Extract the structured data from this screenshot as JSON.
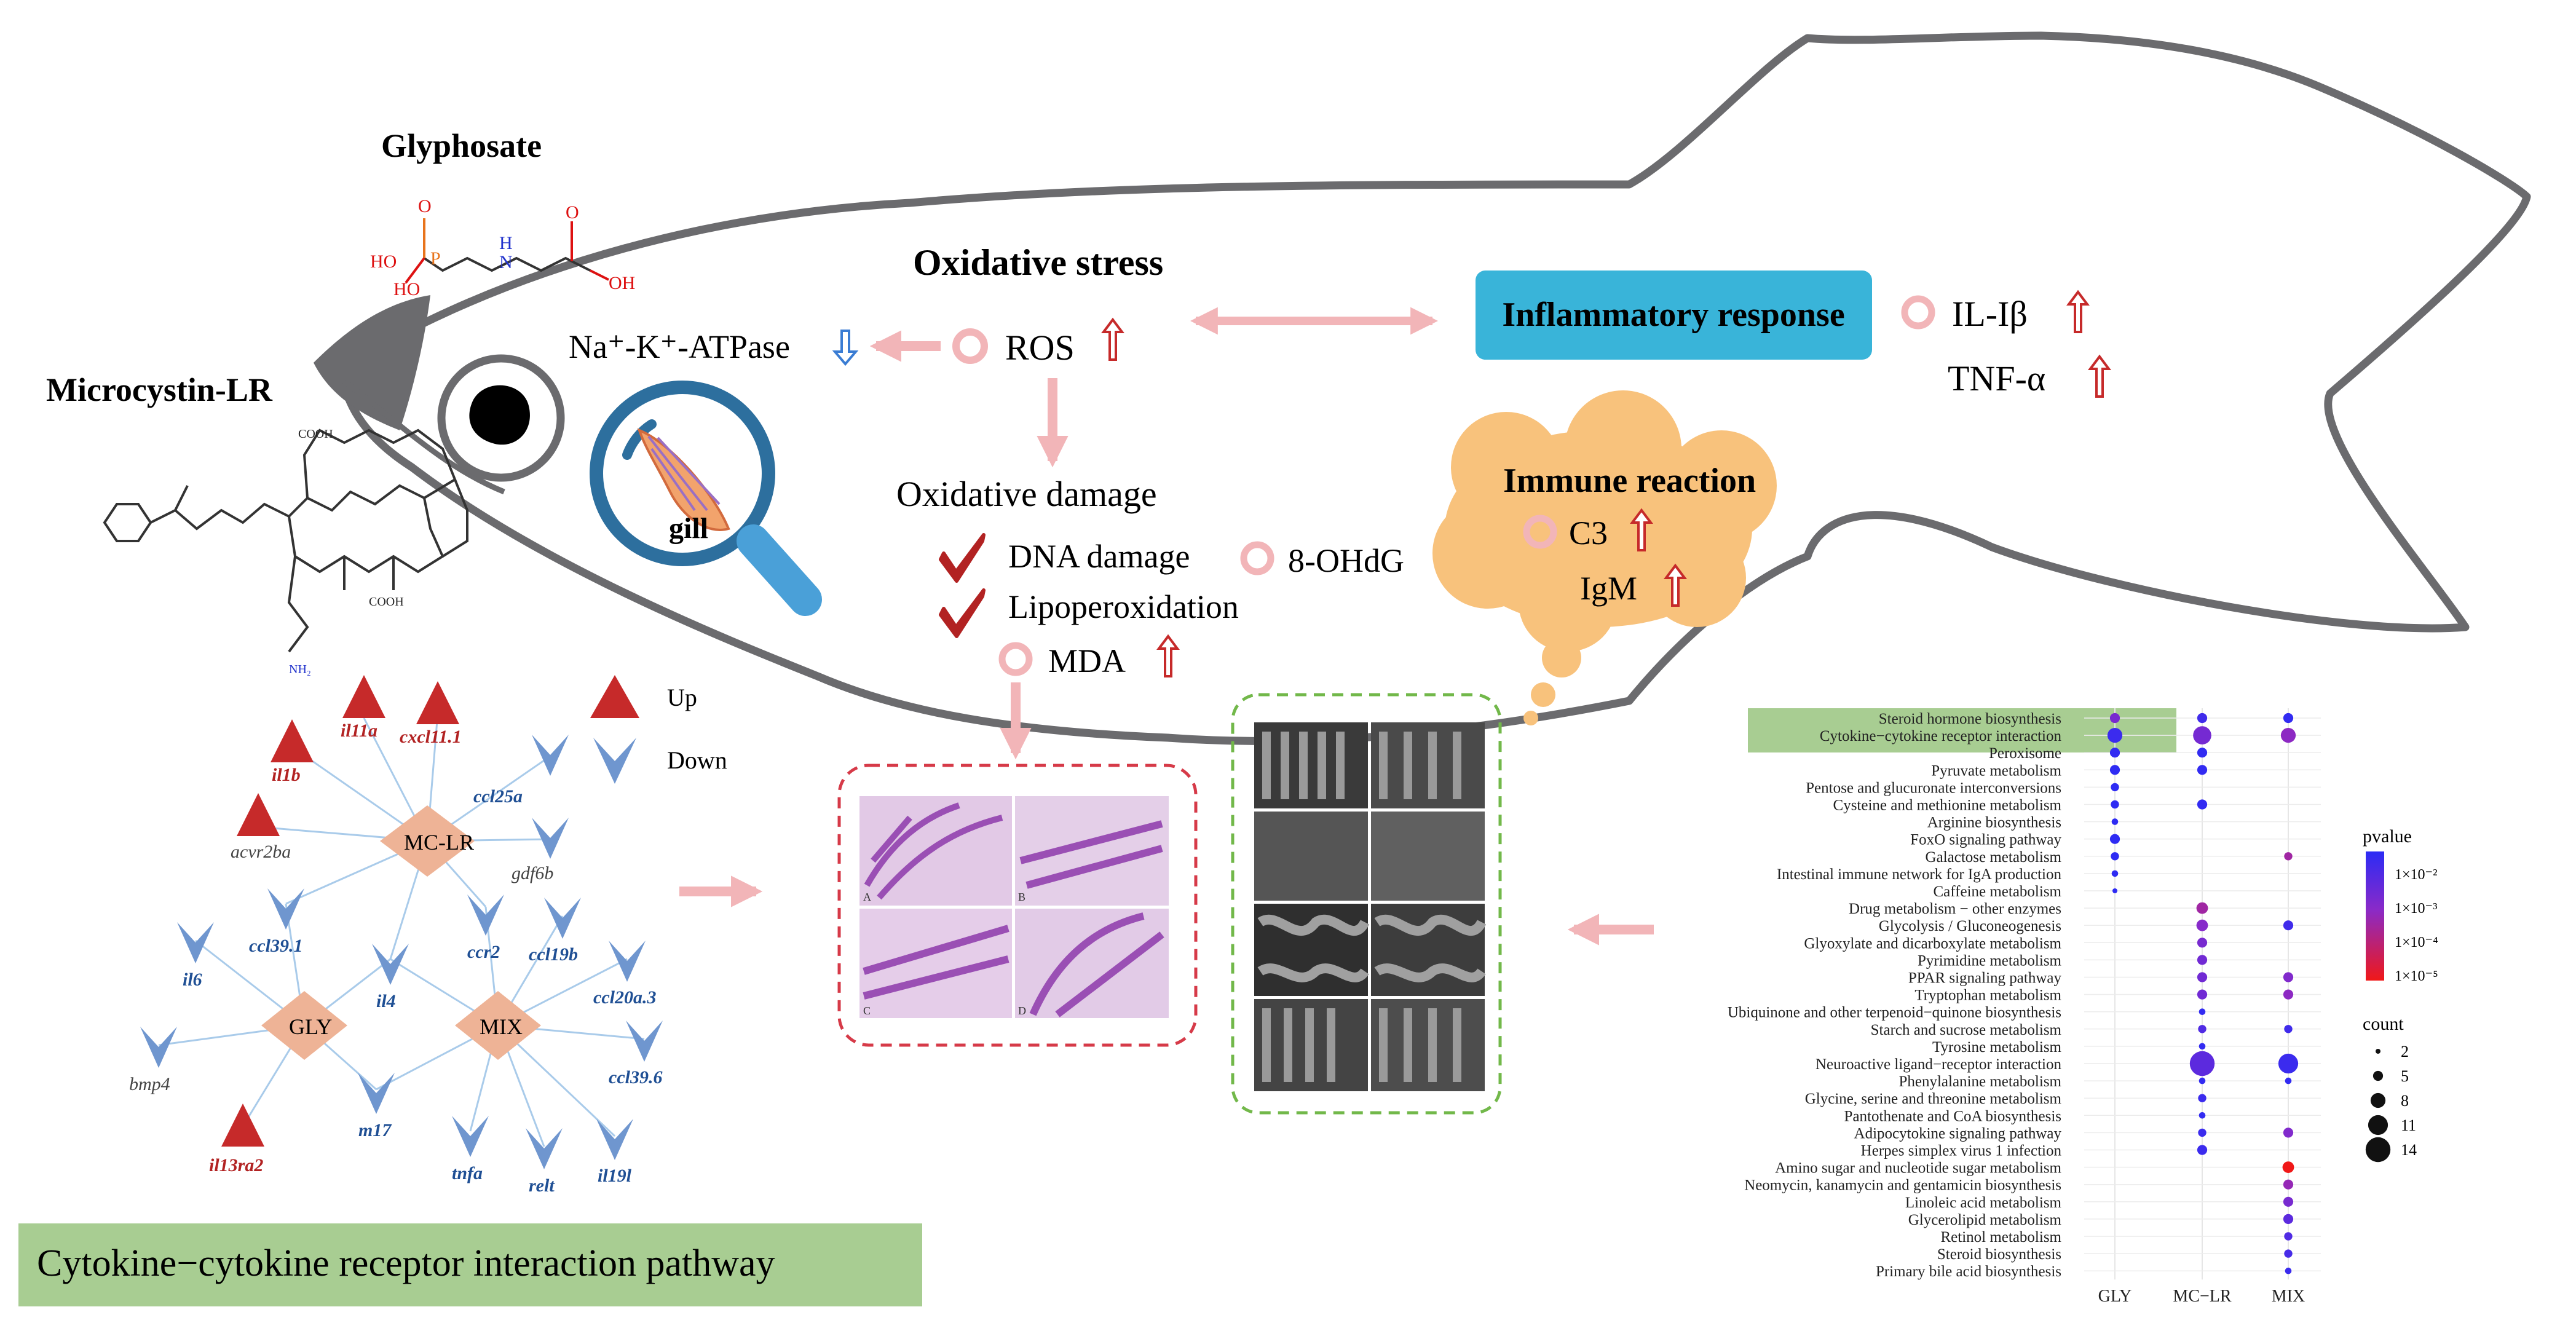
{
  "chemicals": {
    "glyphosate": "Glyphosate",
    "microcystin": "Microcystin-LR",
    "atom_labels": {
      "p": "P",
      "o": "O",
      "oh": "OH",
      "ho": "HO",
      "h": "H",
      "n": "N",
      "cooh": "COOH",
      "nh2": "NH₂"
    }
  },
  "gill_label": "gill",
  "oxidative": {
    "title": "Oxidative stress",
    "atpase": "Na⁺-K⁺-ATPase",
    "ros": "ROS",
    "damage_title": "Oxidative damage",
    "dna": "DNA damage",
    "ohdg": "8-OHdG",
    "lipo": "Lipoperoxidation",
    "mda": "MDA"
  },
  "inflammatory": {
    "title": "Inflammatory response",
    "il1b": "IL-Iβ",
    "tnfa": "TNF-α"
  },
  "immune": {
    "title": "Immune reaction",
    "c3": "C3",
    "igm": "IgM"
  },
  "network": {
    "legend_up": "Up",
    "legend_down": "Down",
    "hubs": [
      "MC-LR",
      "GLY",
      "MIX"
    ],
    "up_genes": [
      "il1b",
      "il11a",
      "cxcl11.1",
      "acvr2ba",
      "il13ra2"
    ],
    "down_genes": [
      "ccl25a",
      "gdf6b",
      "ccl39.1",
      "ccr2",
      "ccl19b",
      "il6",
      "il4",
      "ccl20a.3",
      "bmp4",
      "m17",
      "ccl39.6",
      "tnfa",
      "relt",
      "il19l"
    ],
    "pathway_title": "Cytokine−cytokine receptor interaction pathway"
  },
  "micro_labels": {
    "a": "A",
    "b": "B",
    "c": "C",
    "d": "D"
  },
  "colors": {
    "outline": "#6b6b6e",
    "arrow_pink": "#f2b5b8",
    "up_red": "#c62a2a",
    "down_blue": "#6f96cf",
    "hub_fill": "#eeb396",
    "inflammatory_box": "#39b4d9",
    "immune_cloud": "#f8c27c",
    "pathway_box": "#a8cd92",
    "check_red": "#b22222",
    "dash_red": "#d63a48",
    "dash_green": "#72b84a"
  },
  "chart_data": {
    "type": "scatter",
    "columns": [
      "GLY",
      "MC−LR",
      "MIX"
    ],
    "rows": [
      "Steroid hormone biosynthesis",
      "Cytokine−cytokine receptor interaction",
      "Peroxisome",
      "Pyruvate metabolism",
      "Pentose and glucuronate interconversions",
      "Cysteine and methionine metabolism",
      "Arginine biosynthesis",
      "FoxO signaling pathway",
      "Galactose metabolism",
      "Intestinal immune network for IgA production",
      "Caffeine metabolism",
      "Drug metabolism − other enzymes",
      "Glycolysis / Gluconeogenesis",
      "Glyoxylate and dicarboxylate metabolism",
      "Pyrimidine metabolism",
      "PPAR signaling pathway",
      "Tryptophan metabolism",
      "Ubiquinone and other terpenoid−quinone biosynthesis",
      "Starch and sucrose metabolism",
      "Tyrosine metabolism",
      "Neuroactive ligand−receptor interaction",
      "Phenylalanine metabolism",
      "Glycine, serine and threonine metabolism",
      "Pantothenate and CoA biosynthesis",
      "Adipocytokine signaling pathway",
      "Herpes simplex virus 1 infection",
      "Amino sugar and nucleotide sugar metabolism",
      "Neomycin, kanamycin and gentamicin biosynthesis",
      "Linoleic acid metabolism",
      "Glycerolipid metabolism",
      "Retinol metabolism",
      "Steroid biosynthesis",
      "Primary bile acid biosynthesis"
    ],
    "highlighted_rows": [
      0,
      1
    ],
    "points": [
      {
        "row": 0,
        "col": 0,
        "count": 5,
        "pvalue": 0.0008
      },
      {
        "row": 0,
        "col": 1,
        "count": 5,
        "pvalue": 0.005
      },
      {
        "row": 0,
        "col": 2,
        "count": 5,
        "pvalue": 0.008
      },
      {
        "row": 1,
        "col": 0,
        "count": 8,
        "pvalue": 0.006
      },
      {
        "row": 1,
        "col": 1,
        "count": 10,
        "pvalue": 0.0009
      },
      {
        "row": 1,
        "col": 2,
        "count": 8,
        "pvalue": 0.0004
      },
      {
        "row": 2,
        "col": 0,
        "count": 5,
        "pvalue": 0.008
      },
      {
        "row": 2,
        "col": 1,
        "count": 5,
        "pvalue": 0.008
      },
      {
        "row": 3,
        "col": 0,
        "count": 5,
        "pvalue": 0.009
      },
      {
        "row": 3,
        "col": 1,
        "count": 5,
        "pvalue": 0.008
      },
      {
        "row": 4,
        "col": 0,
        "count": 4,
        "pvalue": 0.009
      },
      {
        "row": 5,
        "col": 0,
        "count": 4,
        "pvalue": 0.009
      },
      {
        "row": 5,
        "col": 1,
        "count": 5,
        "pvalue": 0.008
      },
      {
        "row": 6,
        "col": 0,
        "count": 3,
        "pvalue": 0.009
      },
      {
        "row": 7,
        "col": 0,
        "count": 5,
        "pvalue": 0.009
      },
      {
        "row": 8,
        "col": 0,
        "count": 4,
        "pvalue": 0.009
      },
      {
        "row": 8,
        "col": 2,
        "count": 4,
        "pvalue": 0.0002
      },
      {
        "row": 9,
        "col": 0,
        "count": 3,
        "pvalue": 0.009
      },
      {
        "row": 10,
        "col": 0,
        "count": 2,
        "pvalue": 0.009
      },
      {
        "row": 11,
        "col": 1,
        "count": 6,
        "pvalue": 0.0002
      },
      {
        "row": 12,
        "col": 1,
        "count": 6,
        "pvalue": 0.0005
      },
      {
        "row": 12,
        "col": 2,
        "count": 5,
        "pvalue": 0.005
      },
      {
        "row": 13,
        "col": 1,
        "count": 5,
        "pvalue": 0.0008
      },
      {
        "row": 14,
        "col": 1,
        "count": 5,
        "pvalue": 0.001
      },
      {
        "row": 15,
        "col": 1,
        "count": 5,
        "pvalue": 0.001
      },
      {
        "row": 15,
        "col": 2,
        "count": 5,
        "pvalue": 0.0006
      },
      {
        "row": 16,
        "col": 1,
        "count": 5,
        "pvalue": 0.001
      },
      {
        "row": 16,
        "col": 2,
        "count": 5,
        "pvalue": 0.0004
      },
      {
        "row": 17,
        "col": 1,
        "count": 3,
        "pvalue": 0.008
      },
      {
        "row": 18,
        "col": 1,
        "count": 4,
        "pvalue": 0.003
      },
      {
        "row": 18,
        "col": 2,
        "count": 4,
        "pvalue": 0.005
      },
      {
        "row": 19,
        "col": 1,
        "count": 3,
        "pvalue": 0.008
      },
      {
        "row": 20,
        "col": 1,
        "count": 14,
        "pvalue": 0.002
      },
      {
        "row": 20,
        "col": 2,
        "count": 11,
        "pvalue": 0.006
      },
      {
        "row": 21,
        "col": 1,
        "count": 3,
        "pvalue": 0.008
      },
      {
        "row": 21,
        "col": 2,
        "count": 3,
        "pvalue": 0.008
      },
      {
        "row": 22,
        "col": 1,
        "count": 4,
        "pvalue": 0.006
      },
      {
        "row": 23,
        "col": 1,
        "count": 3,
        "pvalue": 0.008
      },
      {
        "row": 24,
        "col": 1,
        "count": 4,
        "pvalue": 0.006
      },
      {
        "row": 24,
        "col": 2,
        "count": 5,
        "pvalue": 0.0006
      },
      {
        "row": 25,
        "col": 1,
        "count": 5,
        "pvalue": 0.006
      },
      {
        "row": 26,
        "col": 2,
        "count": 6,
        "pvalue": 1e-05
      },
      {
        "row": 27,
        "col": 2,
        "count": 5,
        "pvalue": 0.0003
      },
      {
        "row": 28,
        "col": 2,
        "count": 5,
        "pvalue": 0.0008
      },
      {
        "row": 29,
        "col": 2,
        "count": 5,
        "pvalue": 0.002
      },
      {
        "row": 30,
        "col": 2,
        "count": 4,
        "pvalue": 0.003
      },
      {
        "row": 31,
        "col": 2,
        "count": 4,
        "pvalue": 0.004
      },
      {
        "row": 32,
        "col": 2,
        "count": 3,
        "pvalue": 0.006
      }
    ],
    "color_legend": {
      "title": "pvalue",
      "labels": [
        "1×10⁻²",
        "1×10⁻³",
        "1×10⁻⁴",
        "1×10⁻⁵"
      ],
      "scale": "log",
      "low_color": "#2b2bf5",
      "high_color": "#f01818"
    },
    "size_legend": {
      "title": "count",
      "values": [
        2,
        5,
        8,
        11,
        14
      ]
    },
    "grid": true
  }
}
